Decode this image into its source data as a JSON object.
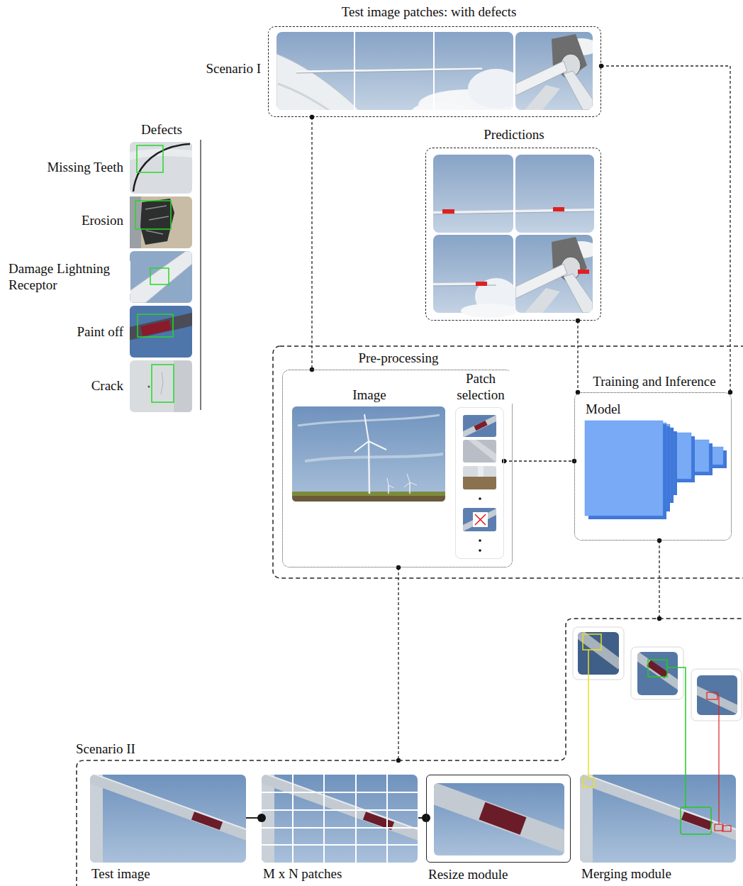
{
  "diagram": {
    "nodes": [
      {
        "text": [
          "Test image patches: with defects",
          "Scenario I"
        ]
      },
      {
        "text": [
          "Predictions"
        ]
      },
      {
        "text": [
          "Pre-processing"
        ]
      },
      {
        "text": [
          "Image"
        ],
        "in": 2
      },
      {
        "text": [
          "Patch selection"
        ],
        "in": 2
      },
      {
        "text": [
          "Training and Inference",
          "Model"
        ]
      },
      {
        "text": [
          "Scenario II"
        ]
      },
      {
        "text": [
          "Test image"
        ],
        "in": 6
      },
      {
        "text": [
          "M x N patches"
        ],
        "in": 6
      },
      {
        "text": [
          "Resize module"
        ],
        "in": 6
      },
      {
        "text": [
          "Merging module"
        ],
        "in": 6
      }
    ],
    "edges": [
      {
        "from": 0,
        "to": 2,
        "arrow": "none"
      },
      {
        "from": 0,
        "to": 5,
        "arrow": "none"
      },
      {
        "from": 1,
        "to": 5,
        "arrow": "none"
      },
      {
        "from": 4,
        "to": 5,
        "arrow": "none"
      },
      {
        "from": 2,
        "to": 6,
        "arrow": "none"
      },
      {
        "from": 5,
        "to": 6,
        "arrow": "none"
      },
      {
        "from": 7,
        "to": 8,
        "arrow": "none"
      },
      {
        "from": 8,
        "to": 9,
        "arrow": "none"
      }
    ],
    "labels": [
      "Defects",
      "Missing Teeth",
      "Erosion",
      "Damage Lightning Receptor",
      "Paint off",
      "Crack"
    ]
  }
}
